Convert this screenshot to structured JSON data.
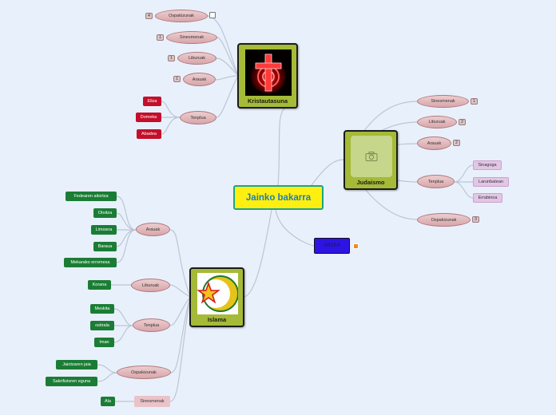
{
  "center": {
    "label": "Jainko bakarra"
  },
  "kristautasuna": {
    "label": "Kristautasuna",
    "branches": [
      {
        "label": "Ospakizunak",
        "badge": "4"
      },
      {
        "label": "Sinesmenak",
        "badge": "1"
      },
      {
        "label": "Liburuak",
        "badge": "1"
      },
      {
        "label": "Arauak",
        "badge": "1"
      },
      {
        "label": "Tenplua"
      }
    ],
    "tenplua_items": [
      "Eliza",
      "Domeka",
      "Abadea"
    ]
  },
  "judaismo": {
    "label": "Judaismo",
    "branches": [
      {
        "label": "Sinesmenak",
        "badge": "1"
      },
      {
        "label": "Liburuak",
        "badge": "2"
      },
      {
        "label": "Arauak",
        "badge": "2"
      },
      {
        "label": "Tenplua"
      },
      {
        "label": "Ospakizunak",
        "badge": "3"
      }
    ],
    "tenplua_items": [
      "Sinagoga",
      "Larunbatean",
      "Errabinoa"
    ]
  },
  "artea": {
    "label": "ARTEA"
  },
  "islama": {
    "label": "Islama",
    "branches": {
      "arauak": "Arauak",
      "liburuak": "Liburuak",
      "tenplua": "Tenplua",
      "ospakizunak": "Ospakizunak",
      "sinesmenak": "Sinesmenak"
    },
    "arauak_items": [
      "Fedearen aitortza",
      "Otoitza",
      "Limosna",
      "Baraua",
      "Mekarako erromesa"
    ],
    "liburuak_items": [
      "Korana"
    ],
    "tenplua_items": [
      "Meskita",
      "ostirala",
      "Iman"
    ],
    "ospakizunak_items": [
      "Jaiotzaren jaia",
      "Sakrifizioren eguna"
    ],
    "sinesmenak_items": [
      "Ala"
    ]
  },
  "colors": {
    "background": "#e8f0fb",
    "topic": "#a5ba36",
    "center": "#ffef10",
    "red_leaf": "#c40f2a",
    "green_leaf": "#1b7d35",
    "lilac_leaf": "#e3c6e6",
    "artea": "#2f13e4"
  },
  "icons": [
    "cross-image",
    "camera-icon",
    "crescent-star-image",
    "rss-icon",
    "note-icon"
  ]
}
